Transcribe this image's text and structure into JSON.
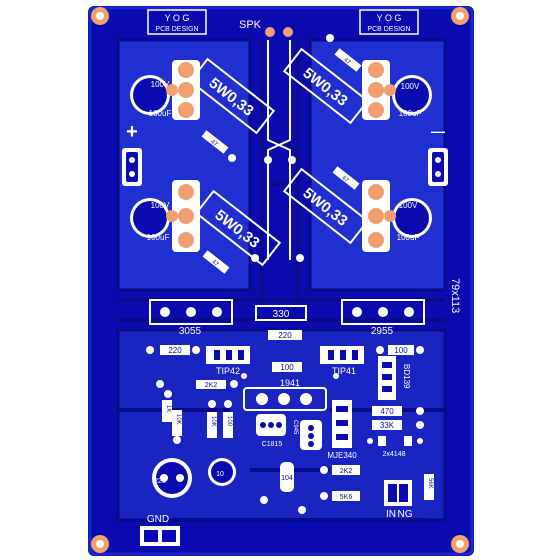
{
  "board": {
    "logo_text": "Y O G",
    "logo_sub": "PCB DESIGN",
    "size_label": "79x113",
    "spk_label": "SPK",
    "gnd_label": "GND",
    "in_label": "IN",
    "ng_label": "NG",
    "plus_label": "+",
    "minus_label": "—"
  },
  "power_resistor_label": "5W0,33",
  "cap_big": {
    "voltage": "100V",
    "value": "100uF"
  },
  "parts": {
    "r330": "330",
    "r220_top": "220",
    "r220_left": "220",
    "r100": "100",
    "r100_right": "100",
    "q3055": "3055",
    "q2955": "2955",
    "tip42": "TIP42",
    "tip41": "TIP41",
    "r1941": "1941",
    "bd139": "BD139",
    "r2k2_a": "2K2",
    "r2k2_b": "2K2",
    "r1k": "1K",
    "r10k_a": "10K",
    "r10k_b": "10K",
    "r100_c": "100",
    "c1815": "C1815",
    "c945": "C945",
    "r470": "470",
    "r33k": "33K",
    "mje340": "MJE340",
    "diodes": "2x4148",
    "c220": "220",
    "c10": "10",
    "c104": "104",
    "r5k6": "5K6",
    "r56k": "56K",
    "r47": "47"
  },
  "colors": {
    "board": "#0b0bb0",
    "copper": "#1f2fd0",
    "trace": "#0a0a8c",
    "pad": "#f0a070",
    "silk": "#ffffff"
  }
}
